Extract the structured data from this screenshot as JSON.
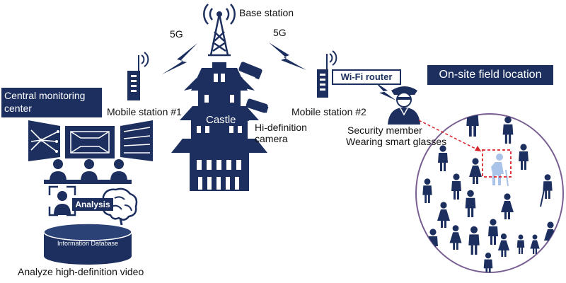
{
  "colors": {
    "navy": "#1c2f5e",
    "light_blue": "#a9c4e8",
    "alert_red": "#d9232a",
    "circle_border": "#7a5f92"
  },
  "central": {
    "title": "Central monitoring center",
    "analysis": "Analysis",
    "database": "Information Database",
    "caption": "Analyze high-definition video"
  },
  "network": {
    "mobile1": "Mobile station #1",
    "mobile2": "Mobile station #2",
    "base_station": "Base station",
    "link1": "5G",
    "link2": "5G",
    "castle": "Castle",
    "camera": "Hi-definition camera",
    "router": "Wi-Fi router",
    "security_line1": "Security member",
    "security_line2": "Wearing smart glasses"
  },
  "field": {
    "title": "On-site field location"
  },
  "icons": [
    "antenna-tower-icon",
    "mobile-station-icon",
    "camera-icon",
    "castle-icon",
    "monitor-icon",
    "operator-icon",
    "brain-icon",
    "database-icon",
    "security-guard-icon",
    "person-icon"
  ]
}
